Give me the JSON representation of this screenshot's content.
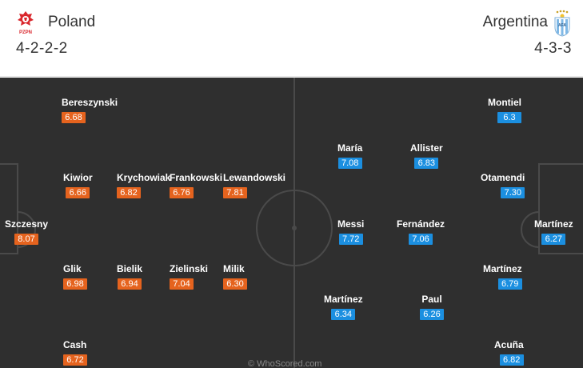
{
  "header": {
    "home": {
      "name": "Poland",
      "formation": "4-2-2-2",
      "logo_text": "PZPN",
      "color": "#e5631e"
    },
    "away": {
      "name": "Argentina",
      "formation": "4-3-3",
      "color": "#1b8fe0"
    }
  },
  "home_players": [
    {
      "name": "Szczesny",
      "rating": "8.07"
    },
    {
      "name": "Bereszynski",
      "rating": "6.68"
    },
    {
      "name": "Kiwior",
      "rating": "6.66"
    },
    {
      "name": "Glik",
      "rating": "6.98"
    },
    {
      "name": "Cash",
      "rating": "6.72"
    },
    {
      "name": "Krychowiak",
      "rating": "6.82"
    },
    {
      "name": "Bielik",
      "rating": "6.94"
    },
    {
      "name": "Frankowski",
      "rating": "6.76"
    },
    {
      "name": "Zielinski",
      "rating": "7.04"
    },
    {
      "name": "Lewandowski",
      "rating": "7.81"
    },
    {
      "name": "Milik",
      "rating": "6.30"
    }
  ],
  "away_players": [
    {
      "name": "Martínez",
      "rating": "6.27"
    },
    {
      "name": "Montiel",
      "rating": "6.3"
    },
    {
      "name": "Otamendi",
      "rating": "7.30"
    },
    {
      "name": "Martínez",
      "rating": "6.79"
    },
    {
      "name": "Acuña",
      "rating": "6.82"
    },
    {
      "name": "María",
      "rating": "7.08"
    },
    {
      "name": "Allister",
      "rating": "6.83"
    },
    {
      "name": "Messi",
      "rating": "7.72"
    },
    {
      "name": "Fernández",
      "rating": "7.06"
    },
    {
      "name": "Martínez",
      "rating": "6.34"
    },
    {
      "name": "Paul",
      "rating": "6.26"
    }
  ],
  "watermark": "© WhoScored.com"
}
